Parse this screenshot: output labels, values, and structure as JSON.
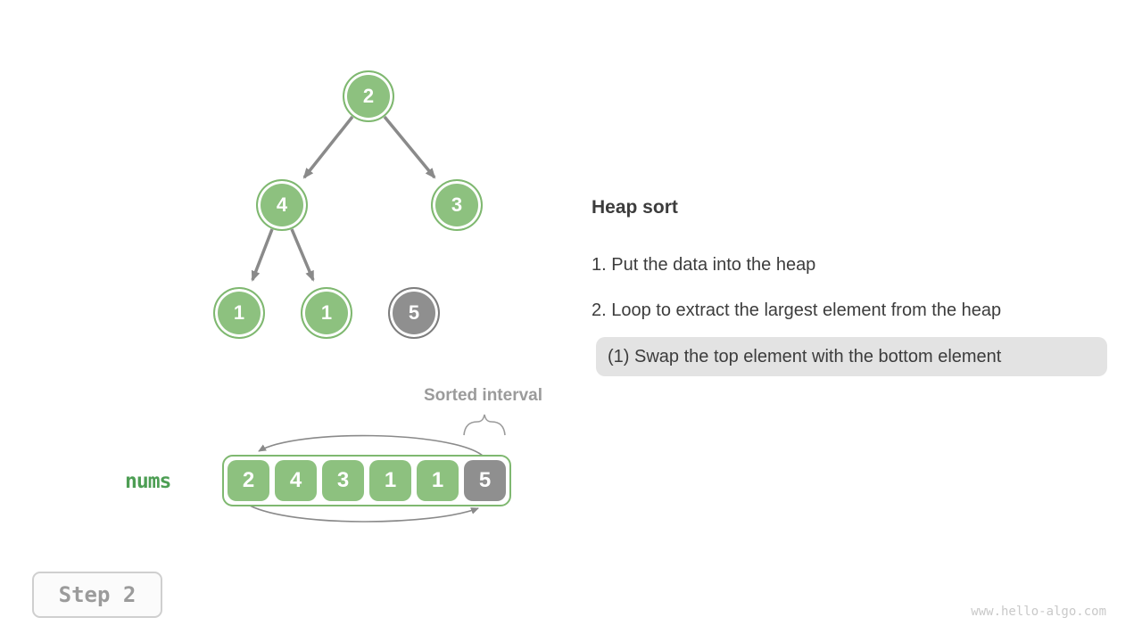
{
  "colors": {
    "node_green": "#8DC17F",
    "node_gray": "#8F8F8F",
    "arrow_gray": "#8A8A8A",
    "text_dark": "#3C3C3C",
    "label_gray": "#9B9B9B",
    "highlight_bg": "#E3E3E3",
    "nums_green": "#4d9e54",
    "watermark_gray": "#C9C9C9"
  },
  "tree": {
    "nodes": [
      {
        "value": "2",
        "state": "heap"
      },
      {
        "value": "4",
        "state": "heap"
      },
      {
        "value": "3",
        "state": "heap"
      },
      {
        "value": "1",
        "state": "heap"
      },
      {
        "value": "1",
        "state": "heap"
      },
      {
        "value": "5",
        "state": "sorted"
      }
    ],
    "edges": [
      "2-4",
      "2-3",
      "4-1",
      "4-1"
    ]
  },
  "array": {
    "label": "nums",
    "cells": [
      {
        "value": "2",
        "state": "heap"
      },
      {
        "value": "4",
        "state": "heap"
      },
      {
        "value": "3",
        "state": "heap"
      },
      {
        "value": "1",
        "state": "heap"
      },
      {
        "value": "1",
        "state": "heap"
      },
      {
        "value": "5",
        "state": "sorted"
      }
    ]
  },
  "annotations": {
    "sorted_interval_label": "Sorted interval",
    "swap_arrows": "swap first and last elements"
  },
  "panel": {
    "title": "Heap sort",
    "steps": [
      "1. Put the data into the heap",
      "2. Loop to extract the largest element from the heap"
    ],
    "current_substep": "(1) Swap the top element with the bottom element"
  },
  "step_badge": {
    "label": "Step 2"
  },
  "footer": {
    "watermark": "www.hello-algo.com"
  }
}
